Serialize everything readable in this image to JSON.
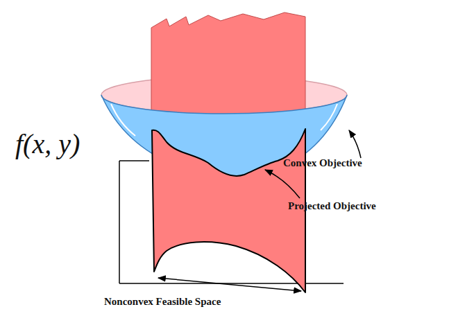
{
  "diagram": {
    "labels": [
      "f(x, y)",
      "Convex Objective",
      "Projected Objective",
      "Nonconvex Feasible Space"
    ]
  }
}
